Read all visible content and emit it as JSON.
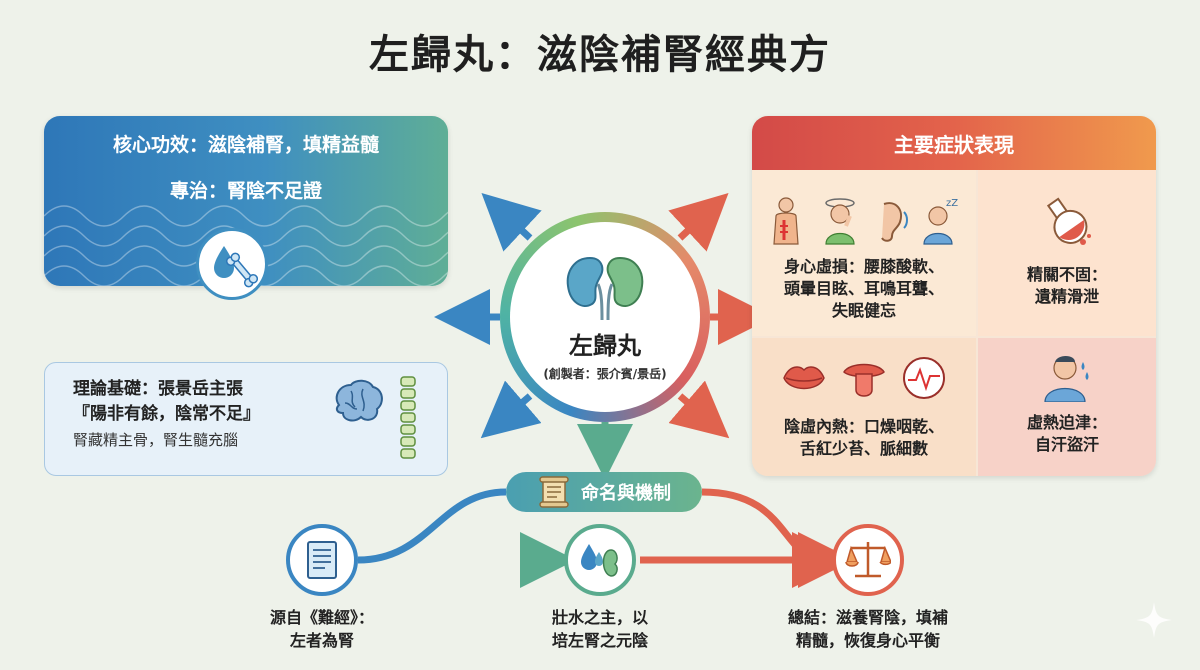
{
  "title": "左歸丸：滋陰補腎經典方",
  "core": {
    "heading": "核心功效：滋陰補腎，填精益髓",
    "indication": "專治：腎陰不足證",
    "icon": "water-drop-bone-icon"
  },
  "theory": {
    "line1": "理論基礎：張景岳主張",
    "line2": "『陽非有餘，陰常不足』",
    "line3": "腎藏精主骨，腎生髓充腦",
    "icons": [
      "brain-icon",
      "spine-icon"
    ]
  },
  "center": {
    "name": "左歸丸",
    "author": "(創製者：張介賓/景岳)",
    "icon": "kidneys-icon"
  },
  "symptoms": {
    "heading": "主要症狀表現",
    "items": [
      {
        "text_line1": "身心虛損：腰膝酸軟、",
        "text_line2": "頭暈目眩、耳鳴耳聾、",
        "text_line3": "失眠健忘",
        "icons": [
          "back-pain-icon",
          "dizzy-icon",
          "ear-icon",
          "sleepy-icon"
        ]
      },
      {
        "text_line1": "精關不固：",
        "text_line2": "遺精滑泄",
        "icons": [
          "flask-icon"
        ]
      },
      {
        "text_line1": "陰虛內熱：口燥咽乾、",
        "text_line2": "舌紅少苔、脈細數",
        "icons": [
          "lips-icon",
          "tongue-icon",
          "pulse-icon"
        ]
      },
      {
        "text_line1": "虛熱迫津：",
        "text_line2": "自汗盜汗",
        "icons": [
          "sweating-icon"
        ]
      }
    ]
  },
  "naming": {
    "label": "命名與機制",
    "icon": "scroll-icon",
    "nodes": [
      {
        "line1": "源自《難經》：",
        "line2": "左者為腎",
        "icon": "document-icon"
      },
      {
        "line1": "壯水之主，以",
        "line2": "培左腎之元陰",
        "icon": "water-kidney-icon"
      },
      {
        "line1": "總結：滋養腎陰，填補",
        "line2": "精髓，恢復身心平衡",
        "icon": "balance-scale-icon"
      }
    ]
  },
  "colors": {
    "blue": "#2e77b8",
    "teal": "#4fb3a4",
    "red": "#d34a48",
    "orange": "#f09a4d"
  }
}
